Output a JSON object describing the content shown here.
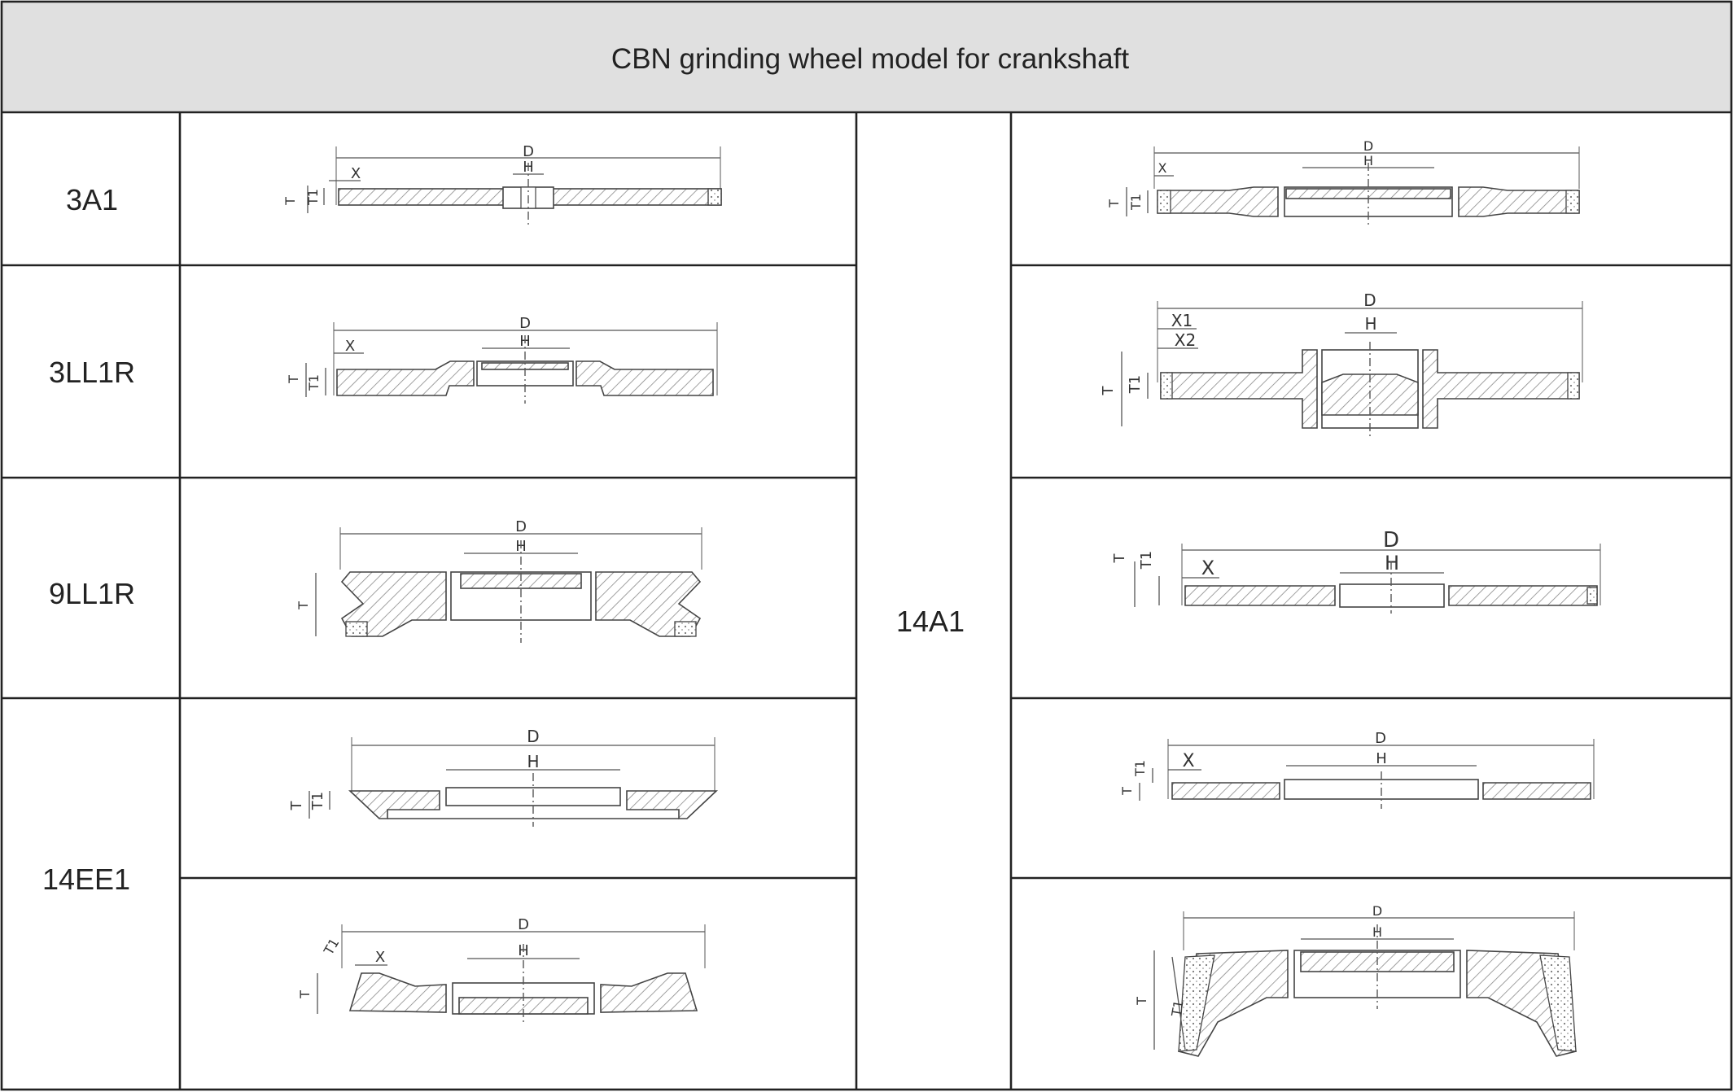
{
  "title": "CBN grinding wheel model for crankshaft",
  "colors": {
    "header_bg": "#e0e0e0",
    "border": "#222222",
    "background": "#ffffff"
  },
  "models": [
    {
      "key": "3a1",
      "label": "3A1"
    },
    {
      "key": "3ll1r",
      "label": "3LL1R"
    },
    {
      "key": "9ll1r",
      "label": "9LL1R"
    },
    {
      "key": "14ee1",
      "label": "14EE1"
    },
    {
      "key": "14a1",
      "label": "14A1"
    }
  ],
  "drawings": [
    {
      "key": "d1",
      "model": "3A1",
      "labels": {
        "D": "D",
        "H": "H",
        "X": "X",
        "T": "T",
        "T1": "T1"
      }
    },
    {
      "key": "d2",
      "model": "3LL1R",
      "labels": {
        "D": "D",
        "H": "H",
        "X": "X",
        "T": "T",
        "T1": "T1"
      }
    },
    {
      "key": "d3",
      "model": "9LL1R",
      "labels": {
        "D": "D",
        "H": "H",
        "T": "T"
      }
    },
    {
      "key": "d4",
      "model": "14EE1",
      "labels": {
        "D": "D",
        "H": "H",
        "T": "T",
        "T1": "T1"
      }
    },
    {
      "key": "d5",
      "model": "14EE1",
      "labels": {
        "D": "D",
        "H": "H",
        "X": "X",
        "T": "T",
        "T1": "T1"
      }
    },
    {
      "key": "d6",
      "model": "14A1",
      "labels": {
        "D": "D",
        "H": "H",
        "X": "X",
        "T": "T",
        "T1": "T1"
      }
    },
    {
      "key": "d7",
      "model": "14A1",
      "labels": {
        "D": "D",
        "H": "H",
        "X1": "X1",
        "X2": "X2",
        "T": "T",
        "T1": "T1"
      }
    },
    {
      "key": "d8",
      "model": "14A1",
      "labels": {
        "D": "D",
        "H": "H",
        "X": "X",
        "T": "T",
        "T1": "T1"
      }
    },
    {
      "key": "d9",
      "model": "14A1",
      "labels": {
        "D": "D",
        "H": "H",
        "X": "X",
        "T": "T",
        "T1": "T1"
      }
    },
    {
      "key": "d10",
      "model": "14A1",
      "labels": {
        "D": "D",
        "H": "H",
        "T": "T",
        "T1": "T1"
      }
    }
  ]
}
